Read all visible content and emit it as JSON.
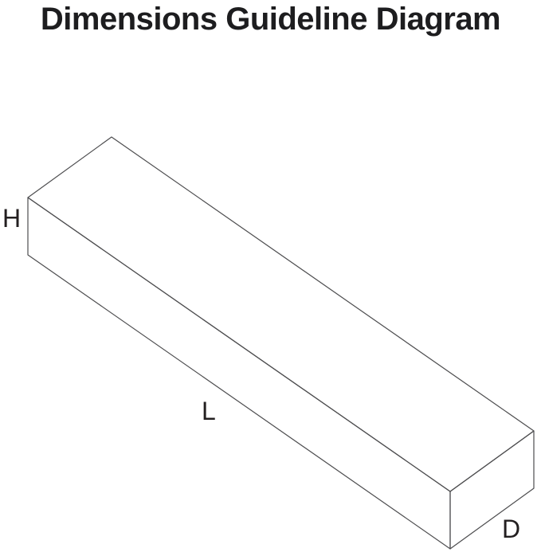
{
  "title": "Dimensions Guideline Diagram",
  "diagram": {
    "shape": "rectangular-box-isometric",
    "labels": {
      "height": "H",
      "length": "L",
      "depth": "D"
    },
    "colors": {
      "line": "#4d4d4f",
      "text": "#231f20",
      "background": "#ffffff"
    }
  }
}
